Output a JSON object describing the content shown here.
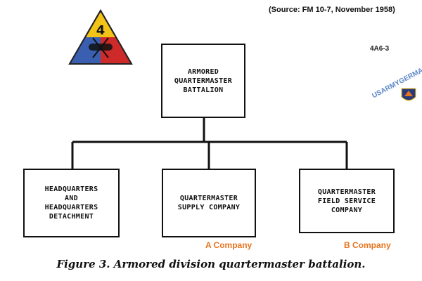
{
  "source": "(Source: FM 10-7, November 1958)",
  "code": "4A6-3",
  "badge": {
    "numeral": "4",
    "icon": "armored-division-patch"
  },
  "watermark": {
    "text": "USARMYGERMANY.COM",
    "icon": "army-logo"
  },
  "nodes": {
    "top": "ARMORED\nQUARTERMASTER\nBATTALION",
    "hq": "HEADQUARTERS\nAND\nHEADQUARTERS\nDETACHMENT",
    "supply": "QUARTERMASTER\nSUPPLY COMPANY",
    "field": "QUARTERMASTER\nFIELD SERVICE\nCOMPANY"
  },
  "labels": {
    "a_company": "A Company",
    "b_company": "B Company"
  },
  "caption": "Figure 3. Armored division quartermaster battalion.",
  "colors": {
    "company_label": "#e8741e",
    "badge_yellow": "#f2c418",
    "badge_blue": "#3b5fb0",
    "badge_red": "#cf2a2a"
  }
}
